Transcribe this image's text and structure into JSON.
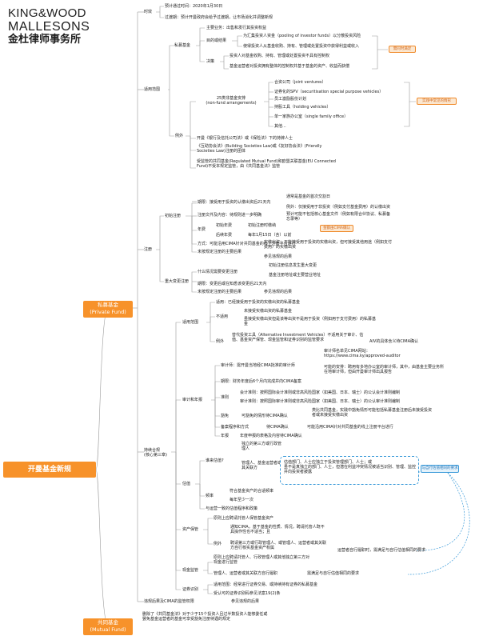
{
  "brand": {
    "line1": "KING&WOOD",
    "line2": "MALLESONS",
    "line3": "金杜律师事务所"
  },
  "root": {
    "label": "开曼基金新规"
  },
  "main": {
    "private_fund": "私募基金\n(Private Fund)",
    "mutual_fund": "共同基金\n(Mutual Fund)"
  },
  "timing": {
    "label": "时效",
    "effective": "预计通过时间：2020年1月30日",
    "transition": "过渡期：预计开曼政府会给予过渡期，让市场消化并调整新规"
  },
  "scope": {
    "label": "适用范围",
    "pf_label": "私募基金",
    "purpose": "主要业务：出售和发行其投资权益",
    "goal_label": "目的或结果",
    "goal1": "为汇集投资人资金（pooling of investor funds）以分散投资风险",
    "goal2": "使得投资人从基金收购、持有、管理或处置投资中获得利益或收入",
    "decision_label": "决策",
    "dec1": "投资人对基金收购、持有、管理或处置投资不具有控制权",
    "dec2": "基金运营者对投资拥有整体的控制权并基于基金的资产、收益而获偿",
    "tag_features": "需同时满足",
    "ex_label": "例外",
    "nonfund": "25类非基金安排\n(non-fund arrangements)",
    "nf_items": [
      "合资公司（joint ventures）",
      "证券化的SPV（securitisation special purpose vehicles）",
      "员工激励股份计划",
      "持股工具（holding vehicles）",
      "单一家族办公室（single family office）",
      "其他..."
    ],
    "tag_common": "实践中常见的情形",
    "ex2": "开曼《银行及信托公司法》或《保险法》下的持牌人士",
    "ex3": "《互助协会法》(Building Societies Law)或《友好协会法》(Friendly Societies Law)注册的团体",
    "ex4": "受监管的共同基金(Regulated Mutual Fund)和欧盟关联基金(EU Connected Fund)不受本规定监管，由《共同基金法》监管"
  },
  "registration": {
    "label": "注册",
    "initial_label": "初始注册",
    "deadline": "期限：接受用于投资的认缴出资后21天内",
    "deadline_a": "通常是基金的首次交割日",
    "deadline_b": "例外：仅接受用于非投资（例如支付基金费用）的认缴出资",
    "docs": "注册文件及内容：待规则进一步明确",
    "docs_note": "预计可能不包括核心基金文件（例如有限合伙协议、私募备忘录等）",
    "fee_label": "年费",
    "fee_initial_label": "初始年费",
    "fee_initial": "初始注册时缴纳",
    "fee_later_label": "后续年费",
    "fee_later": "每年1月15日（含）以前",
    "fee_tag": "金额由CIMA确认",
    "method": "方式：可能沿用CIMA针对共同基金的线上注册平台进行",
    "consequence_label": "未按规定注册的主要后果",
    "cons1": "实缴出资：不能接受用于投资的实缴出资，但可接受其他用途（例如支付费用）的实缴出资",
    "cons2": "参见违规的后果",
    "change_label": "重大变更注册",
    "change_q": "什么情况需要变更注册",
    "change1": "初始注册信息发生重大变更",
    "change2": "基金注册地址或主要营业地址",
    "change_deadline": "期限：变更后或在知悉该变更后21天内",
    "change_cons": "未按规定注册的主要后果",
    "change_cons_note": "参见违规的后果"
  },
  "ongoing": {
    "label": "持续合规\n(核心第三章)",
    "scope_label": "适用范围",
    "applies": "适用：已经接受用于投资的实缴出资的私募基金",
    "na_label": "不适用",
    "na1": "未接受实缴出资的私募基金",
    "na2": "虽接受实缴出资但是该等出资不是用于投资（例如用于支付费用）的私募基金",
    "ex_label": "例外",
    "ex_text": "替代投资工具（Alternative Investment Vehicles）不适用关于审计、估值、基金资产保管、现金监管和证券识别的监管要求",
    "ex_note": "AIV的具体含义待CIMA确认",
    "audit_label": "审计和年报",
    "auditor": "审计师：需开曼当地经CIMA批准的审计师",
    "auditor_note1": "审计师名单见CIMA网站：https://www.cima.ky/approved-auditor",
    "auditor_note2": "可能的安排：聘用有多地办公室的审计师，其中，由基金主要业务所在地审计师，但由开曼审计师出具报告",
    "deadline": "期限：财务年度后6个月内完成并向CIMA备案",
    "std_label": "准则",
    "std1": "会计准则：按照国际会计准则或非高风险国家（如美国、日本、瑞士）的公认会计准则编制",
    "std2": "审计准则：按照国际审计准则或非高风险国家（如美国、日本、瑞士）的公认审计准则编制",
    "exempt_label": "豁免",
    "exempt": "可豁免的情形待CIMA确认",
    "exempt_note": "类比共同基金，实践中豁免情形可能包括私募基金注册后未接受投资者或未接受实缴出资",
    "filing": "备案程序和方式",
    "filing_mid": "待CIMA确认",
    "filing_right": "可能沿用CIMA针对共同基金的线上注册平台进行",
    "annual": "年报",
    "annual_note": "年度申报的表格及内容待CIMA确认",
    "val_label": "估值",
    "who_label": "谁来估值?",
    "who1": "独立的第三方或行政管理人",
    "who2": "管理人、基金运营者或其关联方",
    "who2_note": "估值部门、人士应独立于投资管理部门、人士；或\n虽不是真独立的部门、人士，但潜在利益冲突情况被适当识别、管理、监控并向投资者披露",
    "freq_label": "频率",
    "freq1": "符合基金资产的合适频率",
    "freq2": "每年至少一次",
    "val_policy": "与运营一致的估值程序和政策",
    "cust_label": "资产保管",
    "cust1": "原则上应聘请托管人保管基金资产",
    "cust_ex_label": "例外",
    "cust_ex1": "通知CIMA，基于基金的性质、情况，聘请托管人既不具操作性也不适当；且",
    "cust_ex2": "聘请第三方或行政管理人、或管理人、运营者或其关联方自行核实基金资产权属",
    "cust_ex_note": "运营者自行履职时，需满足与自行估值相同的要求",
    "cash_label": "现金监管",
    "cash1": "原则上应聘请托管人、行政管理人或其他独立第三方对现金进行监管",
    "cash2": "管理人、运营者或其关联方自行履职",
    "cash2_note": "需满足与自行估值相同的要求",
    "sec_label": "证券识别",
    "sec1": "适用范围：经常进行证券交易、或持续持有证券的私募基金",
    "sec2": "受认可的证券识别码参见法案19(2)条",
    "violation": "违规后果及CIMA的监管权限",
    "violation_note": "参见违规的后果",
    "blue_tag": "与自行估值相同的要求"
  },
  "mutual": {
    "line1": "删除了《共同基金法》对于少于15个投资人且过半数投资人能够委任或罢免基金运营者的基金可享受豁免注册待遇的规定"
  }
}
